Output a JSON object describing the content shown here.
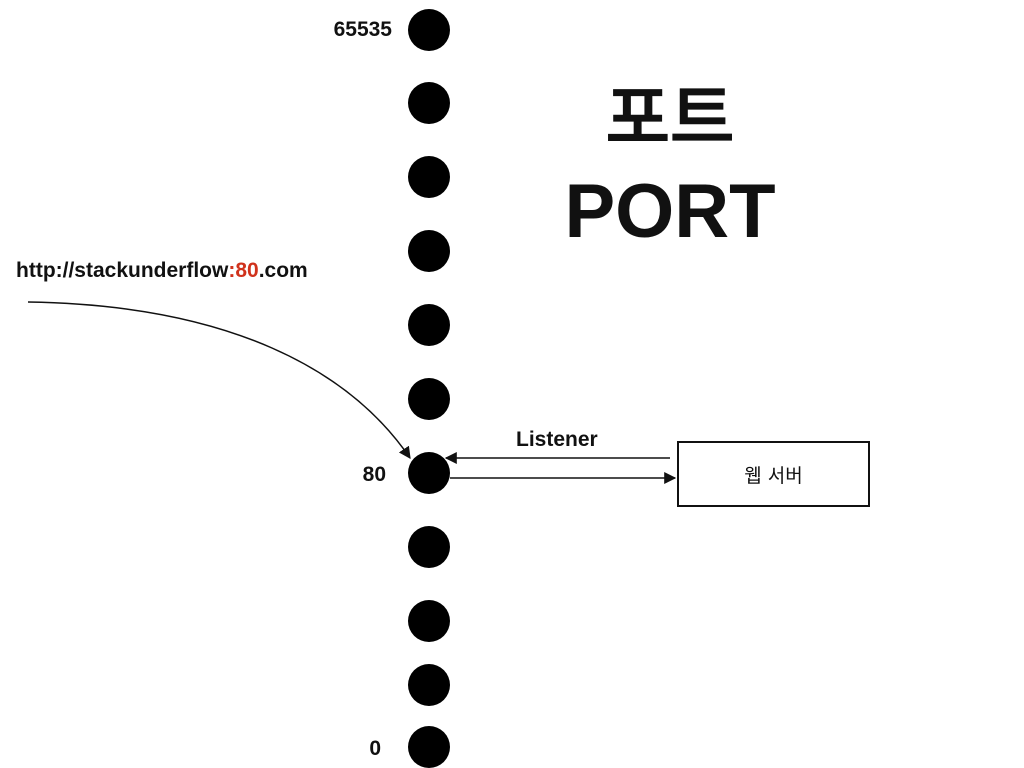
{
  "title": {
    "korean": "포트",
    "english": "PORT"
  },
  "ports": {
    "top": "65535",
    "middle": "80",
    "bottom": "0"
  },
  "url": {
    "prefix": "http://stackunderflow",
    "port": ":80",
    "suffix": ".com"
  },
  "listener_label": "Listener",
  "server_label": "웹 서버",
  "colors": {
    "accent": "#d0321c",
    "ink": "#111111"
  },
  "port_dot_count": 11
}
